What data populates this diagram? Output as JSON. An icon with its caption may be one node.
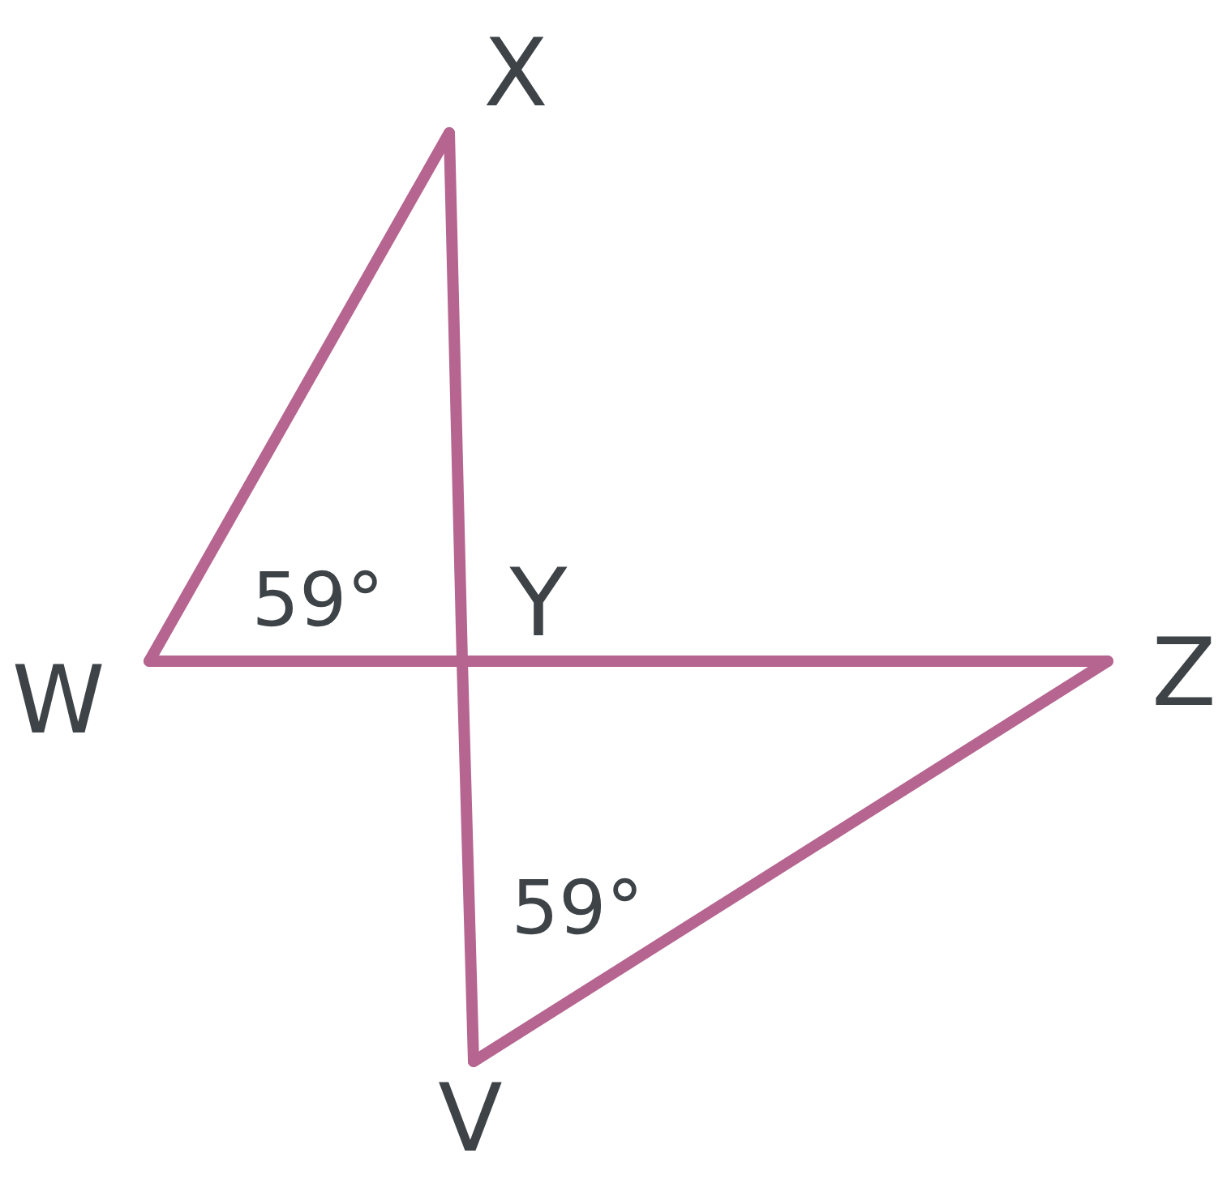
{
  "diagram": {
    "nodes": [
      {
        "text": [
          "X"
        ]
      },
      {
        "text": [
          "W"
        ]
      },
      {
        "text": [
          "Y"
        ]
      },
      {
        "text": [
          "Z"
        ]
      },
      {
        "text": [
          "V"
        ]
      }
    ],
    "edges": [
      {
        "from": 1,
        "to": 0,
        "arrow": "none"
      },
      {
        "from": 0,
        "to": 2,
        "arrow": "none"
      },
      {
        "from": 2,
        "to": 4,
        "arrow": "none"
      },
      {
        "from": 1,
        "to": 2,
        "arrow": "none"
      },
      {
        "from": 2,
        "to": 3,
        "arrow": "none"
      },
      {
        "from": 3,
        "to": 4,
        "arrow": "none"
      }
    ],
    "labels": [
      "59°",
      "59°"
    ]
  }
}
